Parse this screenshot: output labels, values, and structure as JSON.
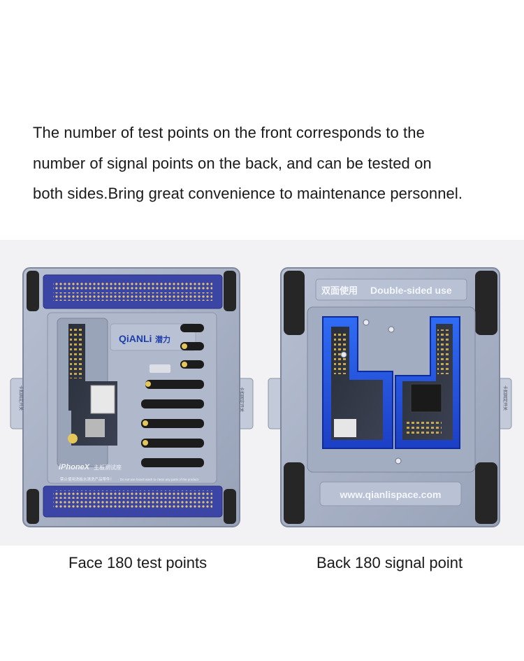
{
  "description": {
    "lines": [
      "The number of test points on the front corresponds to the",
      "number of signal points on the back, and can be tested on",
      "both sides.Bring great convenience to maintenance personnel."
    ]
  },
  "front_fixture": {
    "brand_logo": "QiANLi",
    "brand_cn": "潜力",
    "model": "iPhoneX",
    "model_cn": "主板测试座",
    "side_label_cn": "卡扣固定开关",
    "warning_cn": "禁止使用洗板水清洗产品零件！",
    "warning_en": "Do not use board wash to clean any parts of the product"
  },
  "back_fixture": {
    "banner_cn": "双面使用",
    "banner_en": "Double-sided use",
    "side_label_cn": "卡扣固定开关",
    "url": "www.qianlispace.com"
  },
  "captions": {
    "front": "Face 180 test points",
    "back": "Back 180 signal point"
  },
  "colors": {
    "plate": "#a9b3c7",
    "pins_panel": "#3b45a6",
    "pad": "#262626",
    "accent_blue": "#2255e0"
  }
}
